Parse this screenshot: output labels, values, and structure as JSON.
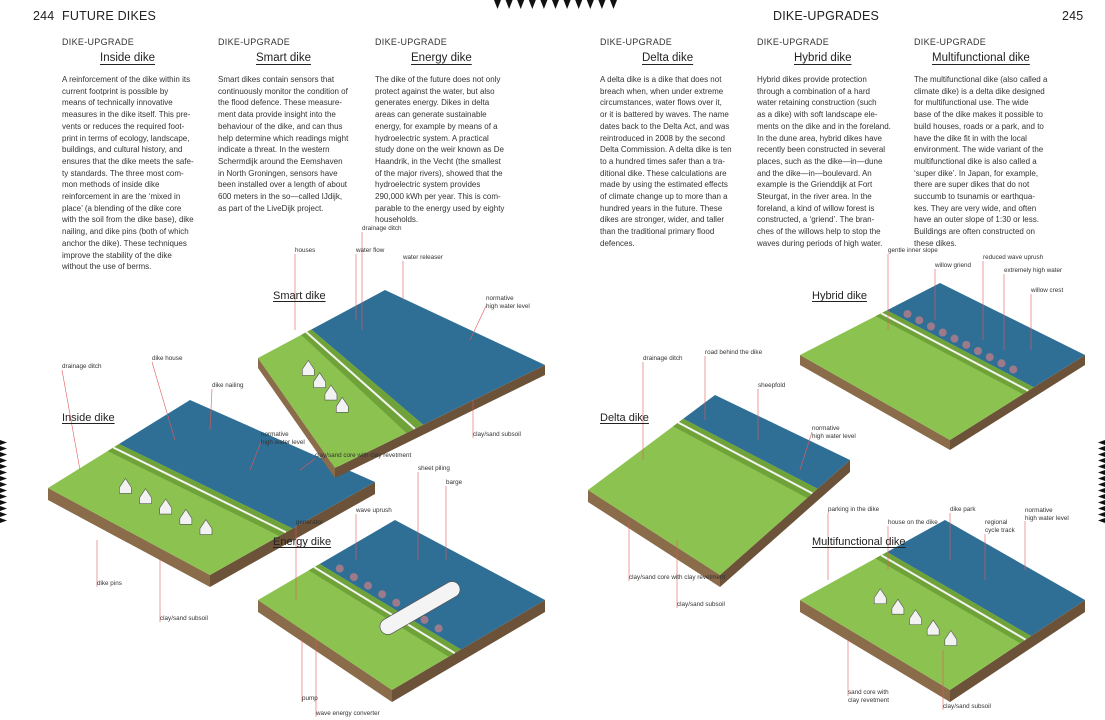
{
  "left_page": {
    "number": "244",
    "running_head": "FUTURE DIKES",
    "columns": [
      {
        "kicker": "DIKE-UPGRADE",
        "title": "Inside dike",
        "body": "A reinforcement of the dike within its\ncurrent footprint is possible by\nmeans of technically innovative\nmeasures in the dike itself. This pre-\nvents or reduces the required foot-\nprint in terms of ecology, landscape,\nbuildings, and cultural history, and\nensures that the dike meets the safe-\nty standards. The three most com-\nmon methods of inside dike\nreinforcement in are the ‘mixed in\nplace’ (a blending of the dike core\nwith the soil from the dike base), dike\nnailing, and dike pins (both of which\nanchor the dike). These techniques\nimprove the stability of the dike\nwithout the use of berms."
      },
      {
        "kicker": "DIKE-UPGRADE",
        "title": "Smart dike",
        "body": "Smart dikes contain sensors that\ncontinuously monitor the condition of\nthe flood defence. These measure-\nment data provide insight into the\nbehaviour of the dike, and can thus\nhelp determine which readings might\nindicate a threat. In the western\nSchermdijk around the Eemshaven\nin North Groningen, sensors have\nbeen installed over a length of about\n600 meters in the so—called IJdijk,\nas part of the LiveDijk project."
      },
      {
        "kicker": "DIKE-UPGRADE",
        "title": "Energy dike",
        "body": "The dike of the future does not only\nprotect against the water, but also\ngenerates energy. Dikes in delta\nareas can generate sustainable\nenergy, for example by means of a\nhydroelectric system. A practical\nstudy done on the weir known as De\nHaandrik, in the Vecht (the smallest\nof the major rivers), showed that the\nhydroelectric system provides\n290,000 kWh per year. This is com-\nparable to the energy used by eighty\nhouseholds."
      }
    ],
    "diagrams": {
      "inside": {
        "title": "Inside dike",
        "labels": [
          "dike house",
          "drainage ditch",
          "dike nailing",
          "normative\nhigh water level",
          "clay/sand core with clay revetment",
          "dike pins",
          "clay/sand subsoil"
        ]
      },
      "smart": {
        "title": "Smart dike",
        "labels": [
          "drainage ditch",
          "houses",
          "water flow",
          "water releaser",
          "normative\nhigh water level",
          "clay/sand subsoil"
        ]
      },
      "energy": {
        "title": "Energy dike",
        "labels": [
          "sheet piling",
          "barge",
          "wave uprush",
          "generator",
          "pump",
          "wave energy converter"
        ]
      }
    }
  },
  "right_page": {
    "number": "245",
    "running_head": "DIKE-UPGRADES",
    "columns": [
      {
        "kicker": "DIKE-UPGRADE",
        "title": "Delta dike",
        "body": "A delta dike is a dike that does not\nbreach when, when under extreme\ncircumstances, water flows over it,\nor it is battered by waves. The name\ndates back to the Delta Act, and was\nreintroduced in 2008 by the second\nDelta Commission. A delta dike is ten\nto a hundred times safer than a tra-\nditional dike. These calculations are\nmade by using the estimated effects\nof climate change up to more than a\nhundred years in the future. These\ndikes are stronger, wider, and taller\nthan the traditional primary flood\ndefences."
      },
      {
        "kicker": "DIKE-UPGRADE",
        "title": "Hybrid dike",
        "body": "Hybrid dikes provide protection\nthrough a combination of a hard\nwater retaining construction (such\nas a dike) with soft landscape ele-\nments on the dike and in the foreland.\nIn the dune area, hybrid dikes have\nrecently been constructed in several\nplaces, such as the dike—in—dune\nand the dike—in—boulevard. An\nexample is the Grienddijk at Fort\nSteurgat, in the river area. In the\nforeland, a kind of willow forest is\nconstructed, a ‘griend’. The bran-\nches of the willows help to stop the\nwaves during periods of high water."
      },
      {
        "kicker": "DIKE-UPGRADE",
        "title": "Multifunctional dike",
        "body": "The multifunctional dike (also called a\nclimate dike) is a delta dike designed\nfor multifunctional use. The wide\nbase of the dike makes it possible to\nbuild houses, roads or a park, and to\nhave the dike fit in with the local\nenvironment. The wide variant of the\nmultifunctional dike is also called a\n‘super dike’. In Japan, for example,\nthere are super dikes that do not\nsuccumb to tsunamis or earthqua-\nkes. They are very wide, and often\nhave an outer slope of 1:30 or less.\nBuildings are often constructed on\nthese dikes."
      }
    ],
    "diagrams": {
      "hybrid": {
        "title": "Hybrid dike",
        "labels": [
          "gentle inner slope",
          "reduced wave uprush",
          "willow griend",
          "extremely high water",
          "willow crest"
        ]
      },
      "delta": {
        "title": "Delta dike",
        "labels": [
          "road behind the dike",
          "drainage ditch",
          "sheepfold",
          "normative\nhigh water level",
          "clay/sand core with clay revetment",
          "clay/sand subsoil"
        ]
      },
      "multi": {
        "title": "Multifunctional dike",
        "labels": [
          "parking in the dike",
          "dike park",
          "house on the dike",
          "regional\ncycle track",
          "normative\nhigh water level",
          "sand core with\nclay revetment",
          "clay/sand subsoil"
        ]
      }
    }
  },
  "colors": {
    "land": "#8cc24f",
    "land_dark": "#6fa33a",
    "water": "#2f6f96",
    "water_light": "#4d8fb6",
    "soil": "#8a6b4a",
    "leader": "#e25a5a"
  }
}
